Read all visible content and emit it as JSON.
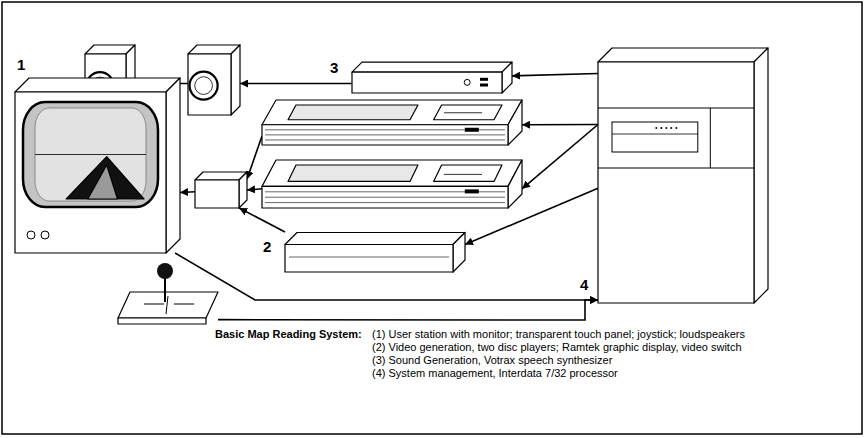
{
  "diagram": {
    "caption": "Basic Map Reading System:",
    "nodes": [
      {
        "text": []
      },
      {
        "text": []
      },
      {
        "text": [
          "3"
        ]
      },
      {
        "text": [
          "1"
        ]
      },
      {
        "text": []
      },
      {
        "text": []
      },
      {
        "text": []
      },
      {
        "text": []
      },
      {
        "text": []
      },
      {
        "text": [
          "4"
        ]
      }
    ],
    "edges": [
      {
        "from": 9,
        "to": 2,
        "arrow": "to"
      },
      {
        "from": 2,
        "to": 1,
        "arrow": "to"
      },
      {
        "from": 1,
        "to": 0,
        "arrow": "to"
      },
      {
        "from": 9,
        "to": 5,
        "arrow": "to"
      },
      {
        "from": 9,
        "to": 6,
        "arrow": "to"
      },
      {
        "from": 9,
        "to": 7,
        "arrow": "to"
      },
      {
        "from": 5,
        "to": 4,
        "arrow": "to"
      },
      {
        "from": 6,
        "to": 4,
        "arrow": "to"
      },
      {
        "from": 7,
        "to": 4,
        "arrow": "to"
      },
      {
        "from": 4,
        "to": 3,
        "arrow": "to"
      },
      {
        "from": 3,
        "to": 9,
        "arrow": "to"
      },
      {
        "from": 8,
        "to": 9,
        "arrow": "to"
      }
    ],
    "labels": [
      "2",
      "(1) User station with monitor; transparent touch panel; joystick; loudspeakers",
      "(2) Video generation, two disc players; Ramtek graphic display, video switch",
      "(3) Sound Generation, Votrax speech synthesizer",
      "(4) System management, Interdata 7/32 processor"
    ]
  }
}
